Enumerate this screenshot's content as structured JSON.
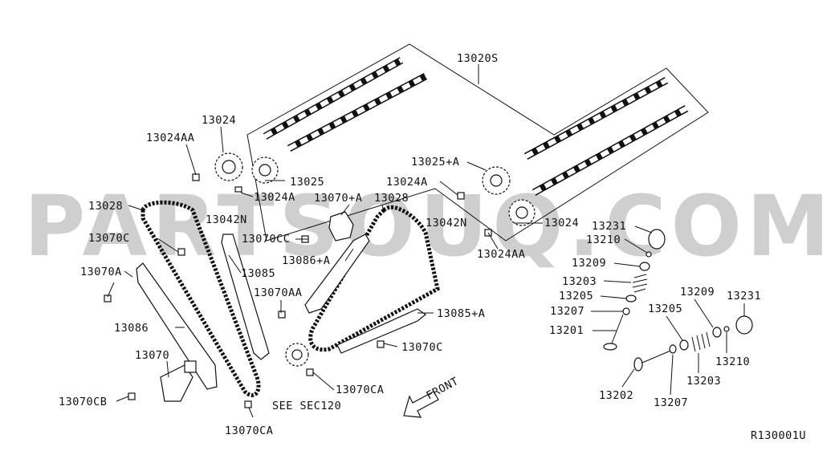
{
  "watermark": "PARTSOUQ.COM",
  "diagram_code": "R130001U",
  "front_label": "FRONT",
  "see_ref": "SEE SEC120",
  "labels": {
    "l13020S": "13020S",
    "l13024": "13024",
    "l13024AA_top": "13024AA",
    "l13025": "13025",
    "l13024A_left": "13024A",
    "l13042N_left": "13042N",
    "l13028_left": "13028",
    "l13070C_left": "13070C",
    "l13070A": "13070A",
    "l13086": "13086",
    "l13070": "13070",
    "l13070CB": "13070CB",
    "l13070CA_bottom": "13070CA",
    "l13070CC": "13070CC",
    "l13085": "13085",
    "l13070_A": "13070+A",
    "l13028_right": "13028",
    "l13086_A": "13086+A",
    "l13070AA": "13070AA",
    "l13025_A": "13025+A",
    "l13024A_right": "13024A",
    "l13042N_right": "13042N",
    "l13024_right": "13024",
    "l13024AA_right": "13024AA",
    "l13085_A": "13085+A",
    "l13070C_right": "13070C",
    "l13070CA_mid": "13070CA",
    "l13231_top": "13231",
    "l13210_top": "13210",
    "l13209_left": "13209",
    "l13203_left": "13203",
    "l13205_left": "13205",
    "l13207_left": "13207",
    "l13201": "13201",
    "l13209_right": "13209",
    "l13231_right": "13231",
    "l13205_right": "13205",
    "l13210_right": "13210",
    "l13203_right": "13203",
    "l13202": "13202",
    "l13207_right": "13207"
  }
}
